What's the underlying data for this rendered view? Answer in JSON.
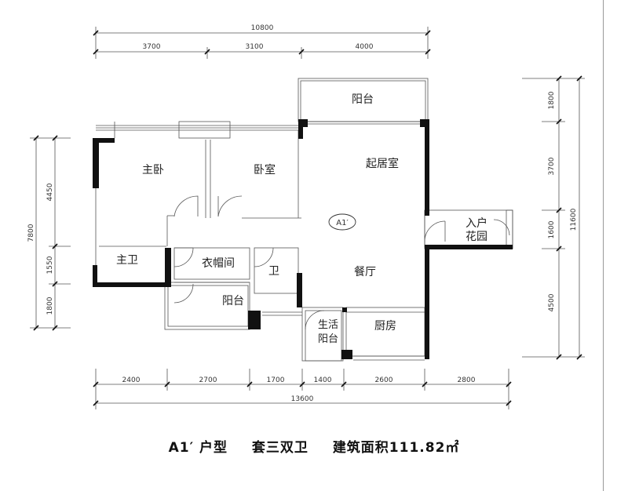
{
  "dimensions": {
    "top_total": "10800",
    "top_segments": [
      "3700",
      "3100",
      "4000"
    ],
    "bottom_segments": [
      "2400",
      "2700",
      "1700",
      "1400",
      "2600",
      "2800"
    ],
    "bottom_total": "13600",
    "left_segments": [
      "4450",
      "1550",
      "1800"
    ],
    "left_total": "7800",
    "right_segments": [
      "1800",
      "3700",
      "1600",
      "4500"
    ],
    "right_total": "11600"
  },
  "rooms": {
    "balcony_top": "阳台",
    "master_bedroom": "主卧",
    "bedroom": "卧室",
    "living_room": "起居室",
    "entry_garden_line1": "入户",
    "entry_garden_line2": "花园",
    "master_bath": "主卫",
    "closet": "衣帽间",
    "bath": "卫",
    "dining": "餐厅",
    "balcony_small": "阳台",
    "service_balcony_line1": "生活",
    "service_balcony_line2": "阳台",
    "kitchen": "厨房"
  },
  "unit_tag": "A1′",
  "caption": {
    "unit_type": "A1′  户型",
    "layout": "套三双卫",
    "area": "建筑面积111.82㎡"
  }
}
